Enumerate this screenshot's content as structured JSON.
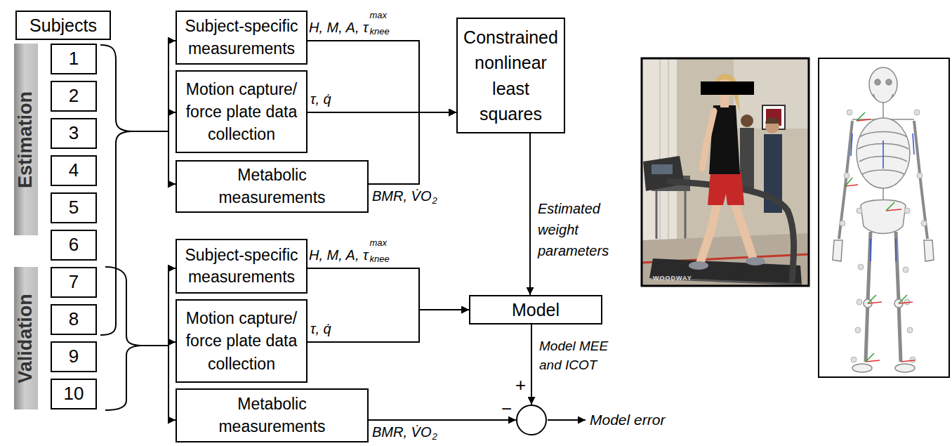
{
  "diagram": {
    "nodes": [
      {
        "text": [
          "Subjects"
        ]
      },
      {
        "text": [
          "Estimation"
        ]
      },
      {
        "text": [
          "Validation"
        ]
      },
      {
        "text": [
          "1"
        ]
      },
      {
        "text": [
          "2"
        ]
      },
      {
        "text": [
          "3"
        ]
      },
      {
        "text": [
          "4"
        ]
      },
      {
        "text": [
          "5"
        ]
      },
      {
        "text": [
          "6"
        ]
      },
      {
        "text": [
          "7"
        ]
      },
      {
        "text": [
          "8"
        ]
      },
      {
        "text": [
          "9"
        ]
      },
      {
        "text": [
          "10"
        ]
      },
      {
        "text": [
          "Subject-specific measurements"
        ]
      },
      {
        "text": [
          "Motion capture/ force plate data collection"
        ]
      },
      {
        "text": [
          "Metabolic measurements"
        ]
      },
      {
        "text": [
          "Constrained nonlinear least squares"
        ]
      },
      {
        "text": [
          "Subject-specific measurements"
        ]
      },
      {
        "text": [
          "Motion capture/ force plate data collection"
        ]
      },
      {
        "text": [
          "Metabolic measurements"
        ]
      },
      {
        "text": [
          "Model"
        ]
      },
      {
        "text": [
          "+",
          "−"
        ]
      }
    ],
    "edges": [
      {
        "from": 13,
        "to": 16,
        "arrow": "to",
        "label": "H, M, A, τ"
      },
      {
        "from": 14,
        "to": 16,
        "arrow": "to",
        "label": "τ, q̇"
      },
      {
        "from": 15,
        "to": 16,
        "arrow": "to",
        "label": "BMR, V̇O"
      },
      {
        "from": 16,
        "to": 20,
        "arrow": "to",
        "label": "Estimated weight parameters"
      },
      {
        "from": 17,
        "to": 20,
        "arrow": "to",
        "label": "H, M, A, τ"
      },
      {
        "from": 18,
        "to": 20,
        "arrow": "to",
        "label": "τ, q̇"
      },
      {
        "from": 19,
        "to": 21,
        "arrow": "to",
        "label": "BMR, V̇O"
      },
      {
        "from": 20,
        "to": 21,
        "arrow": "to",
        "label": "Model MEE and ICOT"
      }
    ],
    "labels": [
      "max",
      "knee",
      "2",
      "max",
      "knee",
      "2",
      "Model error",
      "WOODWAY"
    ]
  }
}
